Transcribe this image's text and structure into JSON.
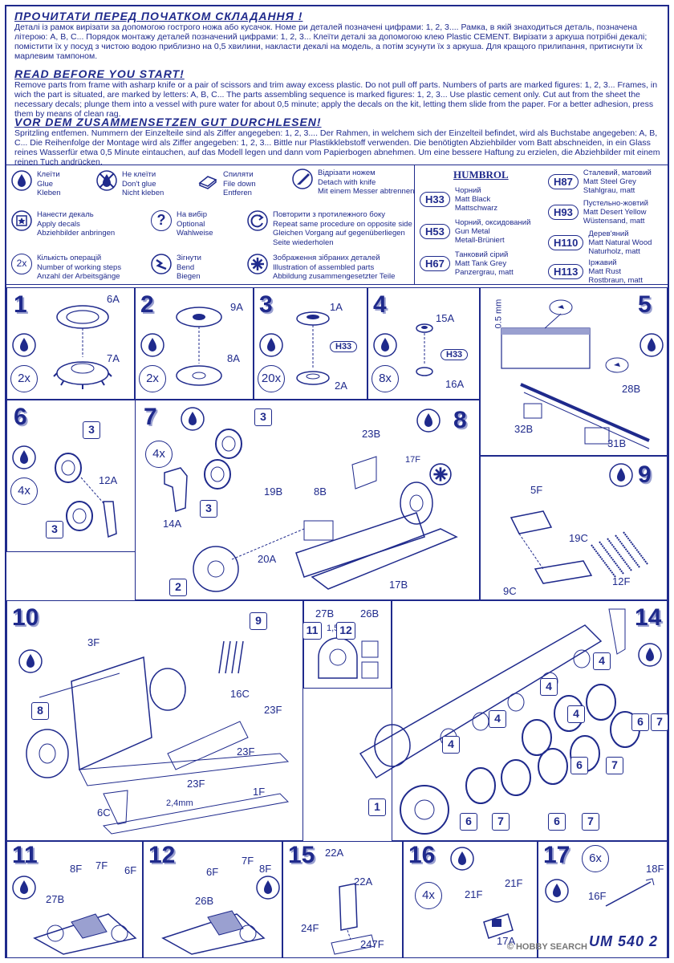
{
  "header": {
    "ua_title": "ПРОЧИТАТИ ПЕРЕД ПОЧАТКОМ СКЛАДАННЯ !",
    "ua_text": "Деталі із рамок вирізати за допомогою гострого ножа або кусачок. Номе ри деталей позначені цифрами: 1, 2, 3.... Рамка, в якій знаходиться деталь, позначена літерою: A, B, C... Порядок монтажу деталей позначений цифрами: 1, 2, 3... Клеїти деталі за допомогою клею Plastic CEMENT. Вирізати з аркуша потрібні декалі; помістити їх у посуд з чистою водою приблизно на 0,5 хвилини, накласти декалі на модель, а потім зсунути їх з аркуша. Для кращого прилипання, притиснути їх марлевим тампоном.",
    "en_title": "READ BEFORE YOU START!",
    "en_text": "Remove parts from frame with asharp knife or a pair of scissors and trim away excess plastic. Do not pull off parts. Numbers of parts are marked figures: 1, 2, 3... Frames, in wich the part is situated, are marked by letters: A, B, C... The parts assembling sequence is marked figures: 1, 2, 3... Use plastic cement only. Cut aut from the sheet the necessary decals; plunge them into a vessel with pure water for about 0,5 minute; apply the decals on the kit, letting them slide from the paper. For a better adhesion, press them by means of clean rag.",
    "de_title": "VOR DEM ZUSAMMENSETZEN GUT DURCHLESEN!",
    "de_text": "Spritzling entfemen. Nummern der Einzelteile sind als Ziffer angegeben: 1, 2, 3.... Der Rahmen, in welchem sich der Einzelteil befindet, wird als Buchstabe angegeben: A, B, C... Die Reihenfolge der Montage wird als Ziffer angegeben: 1, 2, 3... Bittle nur Plastikklebstoff verwenden. Die benötigten Abziehbilder vom Batt abschneiden, in ein Glass reines Wasserfür etwa 0,5 Minute eintauchen, auf das Modell legen und dann vom Papierbogen abnehmen. Um eine bessere Haftung zu erzielen, die Abziehbilder mit einem reinen Tuch andrücken."
  },
  "legend": {
    "glue": "Клеїти\nGlue\nKleben",
    "noglue": "Не клеїти\nDon't glue\nNicht kleben",
    "file": "Спиляти\nFile down\nEntferen",
    "cut": "Відрізати ножем\nDetach with knife\nMit einem Messer abtrennen",
    "decal": "Нанести декаль\nApply decals\nAbziehbilder anbringen",
    "optional": "На вибір\nOptional\nWahlweise",
    "repeat": "Повторити з протилежного боку\nRepeat same procedure on opposite side\nGleichen Vorgang auf gegenüberliegen\nSeite wiederholen",
    "steps": "Кількість операцій\nNumber of working steps\nAnzahl der Arbeitsgänge",
    "bend": "Зігнути\nBend\nBiegen",
    "illus": "Зображення зібраних деталей\nIllustration of assembled parts\nAbbildung zusammengesetzter Teile",
    "steps_icon": "2x",
    "optional_icon": "?"
  },
  "humbrol": {
    "brand": "HUMBROL",
    "paints": [
      {
        "code": "H33",
        "name": "Чорний\nMatt Black\nMattschwarz"
      },
      {
        "code": "H53",
        "name": "Чорний, оксидований\nGun Metal\nMetall-Brüniert"
      },
      {
        "code": "H67",
        "name": "Танковий сірий\nMatt Tank Grey\nPanzergrau, matt"
      },
      {
        "code": "H87",
        "name": "Сталевий, матовий\nMatt Steel Grey\nStahlgrau, matt"
      },
      {
        "code": "H93",
        "name": "Пустельно-жовтий\nMatt Desert Yellow\nWüstensand, matt"
      },
      {
        "code": "H110",
        "name": "Дерев'яний\nMatt Natural Wood\nNaturholz, matt"
      },
      {
        "code": "H113",
        "name": "Іржавий\nMatt Rust\nRostbraun, matt"
      }
    ]
  },
  "steps": {
    "s1": {
      "num": "1",
      "mult": "2x",
      "parts": [
        "6A",
        "7A"
      ]
    },
    "s2": {
      "num": "2",
      "mult": "2x",
      "parts": [
        "9A",
        "8A"
      ]
    },
    "s3": {
      "num": "3",
      "mult": "20x",
      "parts": [
        "1A",
        "2A"
      ],
      "paint": "H33"
    },
    "s4": {
      "num": "4",
      "mult": "8x",
      "parts": [
        "15A",
        "16A"
      ],
      "paint": "H33"
    },
    "s5": {
      "num": "5",
      "parts": [
        "28B",
        "32B",
        "31B"
      ],
      "dim": "0.5 mm"
    },
    "s6": {
      "num": "6",
      "mult": "4x",
      "parts": [
        "12A"
      ],
      "ref": [
        "3",
        "3"
      ]
    },
    "s7": {
      "num": "7",
      "mult": "4x",
      "parts": [
        "14A"
      ],
      "ref": [
        "3",
        "3"
      ]
    },
    "s8": {
      "num": "8",
      "parts": [
        "23B",
        "17F",
        "19B",
        "8B",
        "20A",
        "17B"
      ],
      "ref": [
        "2"
      ]
    },
    "s9": {
      "num": "9",
      "parts": [
        "5F",
        "19C",
        "12F",
        "9C"
      ]
    },
    "s10": {
      "num": "10",
      "parts": [
        "3F",
        "16C",
        "23F",
        "23F",
        "23F",
        "1F",
        "6C"
      ],
      "ref": [
        "9",
        "8"
      ],
      "dim": "2,4mm"
    },
    "s1112": {
      "labels": [
        "27B",
        "26B"
      ],
      "ref": [
        "11",
        "12"
      ],
      "dim": "1,5 mm"
    },
    "s14": {
      "num": "14",
      "ref": [
        "4",
        "4",
        "4",
        "4",
        "4",
        "6",
        "7",
        "6",
        "7",
        "6",
        "7",
        "6",
        "7",
        "1"
      ]
    },
    "s11": {
      "num": "11",
      "parts": [
        "8F",
        "7F",
        "6F",
        "27B"
      ]
    },
    "s12": {
      "num": "12",
      "parts": [
        "6F",
        "7F",
        "8F",
        "26B"
      ]
    },
    "s15": {
      "num": "15",
      "parts": [
        "22A",
        "22A",
        "24F",
        "247F"
      ]
    },
    "s16": {
      "num": "16",
      "mult": "4x",
      "parts": [
        "21F",
        "21F",
        "17A"
      ]
    },
    "s17": {
      "num": "17",
      "mult": "6x",
      "parts": [
        "18F",
        "16F"
      ]
    }
  },
  "footer": {
    "code": "UM 540 2",
    "watermark": "© HOBBY SEARCH"
  }
}
